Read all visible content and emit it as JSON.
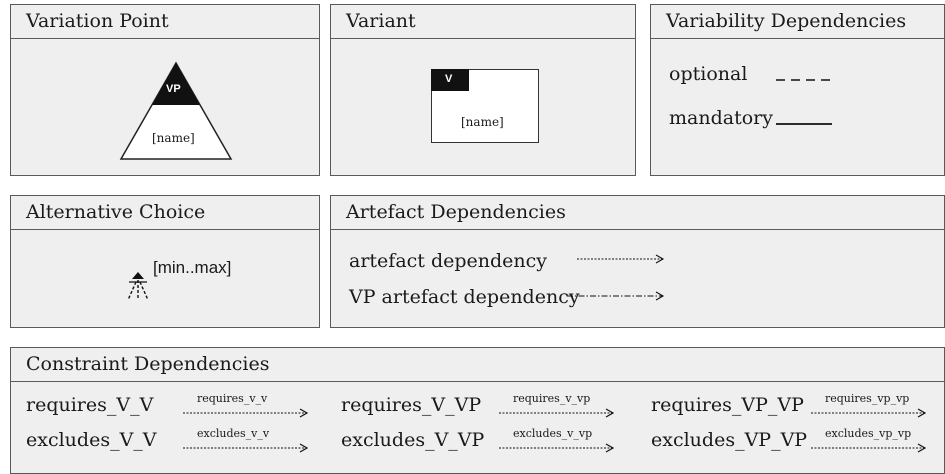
{
  "variation_point": {
    "title": "Variation Point",
    "tag": "VP",
    "name": "[name]"
  },
  "variant": {
    "title": "Variant",
    "tag": "V",
    "name": "[name]"
  },
  "variability_dependencies": {
    "title": "Variability Dependencies",
    "optional": "optional",
    "mandatory": "mandatory"
  },
  "alternative_choice": {
    "title": "Alternative Choice",
    "range": "[min..max]"
  },
  "artefact_dependencies": {
    "title": "Artefact Dependencies",
    "artefact": "artefact dependency",
    "vp_artefact": "VP artefact dependency"
  },
  "constraint_dependencies": {
    "title": "Constraint Dependencies",
    "rows": [
      [
        {
          "label": "requires_V_V",
          "arrow": "requires_v_v"
        },
        {
          "label": "requires_V_VP",
          "arrow": "requires_v_vp"
        },
        {
          "label": "requires_VP_VP",
          "arrow": "requires_vp_vp"
        }
      ],
      [
        {
          "label": "excludes_V_V",
          "arrow": "excludes_v_v"
        },
        {
          "label": "excludes_V_VP",
          "arrow": "excludes_v_vp"
        },
        {
          "label": "excludes_VP_VP",
          "arrow": "excludes_vp_vp"
        }
      ]
    ]
  }
}
